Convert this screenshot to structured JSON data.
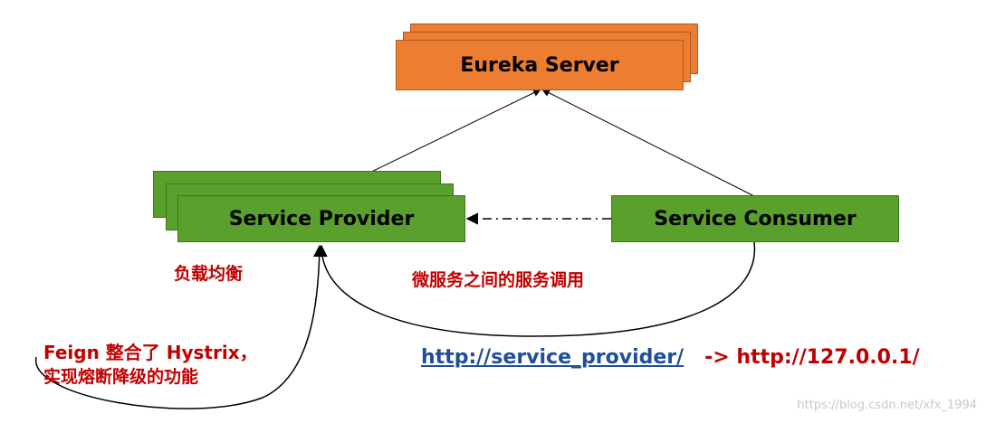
{
  "eureka_server": {
    "label": "Eureka Server",
    "color": "#ed7d31"
  },
  "service_provider": {
    "label": "Service Provider",
    "color": "#5aa02c"
  },
  "service_consumer": {
    "label": "Service Consumer",
    "color": "#5aa02c"
  },
  "annotations": {
    "load_balancing": "负载均衡",
    "inter_service_call": "微服务之间的服务调用",
    "feign_line1": "Feign  整合了  Hystrix，",
    "feign_line2": "实现熔断降级的功能",
    "annotation_color": "#c00000"
  },
  "url_mapping": {
    "source_url": "http://service_provider/",
    "target": "-> http://127.0.0.1/",
    "link_color": "#1f4e9a"
  },
  "watermark": "https://blog.csdn.net/xfx_1994"
}
